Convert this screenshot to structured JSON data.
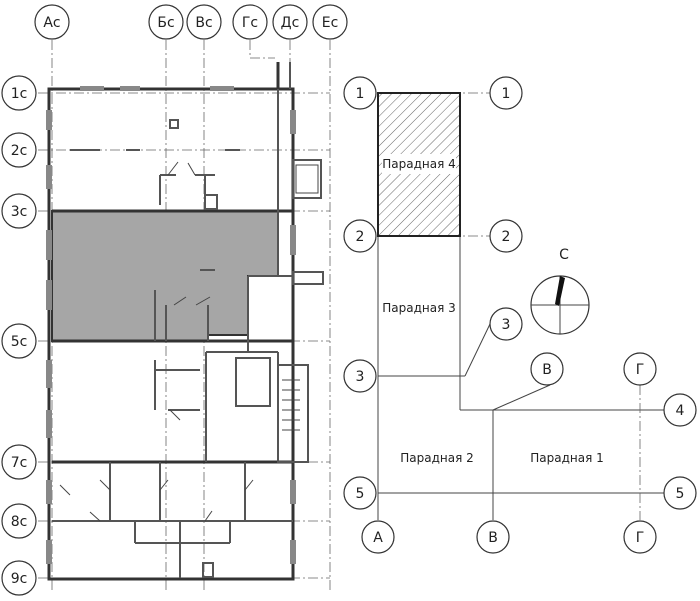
{
  "floor_plan": {
    "top_axes": [
      "Ас",
      "Бс",
      "Вс",
      "Гс",
      "Дс",
      "Ес"
    ],
    "left_axes": [
      "1с",
      "2с",
      "3с",
      "5с",
      "7с",
      "8с",
      "9с"
    ]
  },
  "key_plan": {
    "left_axes": [
      "1",
      "2",
      "3",
      "5"
    ],
    "right_axes": [
      "1",
      "2",
      "3",
      "4",
      "5"
    ],
    "mid_axes": [
      "В",
      "Г"
    ],
    "bottom_axes": [
      "А",
      "В",
      "Г"
    ],
    "sections": [
      "Парадная 4",
      "Парадная 3",
      "Парадная 2",
      "Парадная 1"
    ],
    "compass_label": "С"
  },
  "colors": {
    "highlight": "#a6a6a6",
    "hatch": "#555555"
  }
}
